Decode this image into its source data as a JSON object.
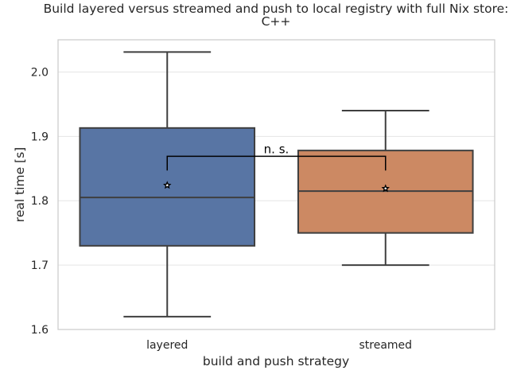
{
  "chart_data": {
    "type": "box",
    "title": "Build layered versus streamed and push to local registry with full Nix store:",
    "subtitle": "C++",
    "xlabel": "build and push strategy",
    "ylabel": "real time [s]",
    "ylim": [
      1.6,
      2.05
    ],
    "yticks": [
      1.6,
      1.7,
      1.8,
      1.9,
      2.0
    ],
    "ytick_labels": [
      "1.6",
      "1.7",
      "1.8",
      "1.9",
      "2.0"
    ],
    "grid": true,
    "categories": [
      "layered",
      "streamed"
    ],
    "boxes": [
      {
        "category": "layered",
        "whisker_low": 1.62,
        "q1": 1.73,
        "median": 1.805,
        "q3": 1.913,
        "whisker_high": 2.031,
        "mean": 1.824,
        "color": "#5875a4"
      },
      {
        "category": "streamed",
        "whisker_low": 1.7,
        "q1": 1.75,
        "median": 1.815,
        "q3": 1.878,
        "whisker_high": 1.94,
        "mean": 1.819,
        "color": "#cc8963"
      }
    ],
    "significance": {
      "label": "n. s.",
      "between": [
        "layered",
        "streamed"
      ]
    }
  }
}
